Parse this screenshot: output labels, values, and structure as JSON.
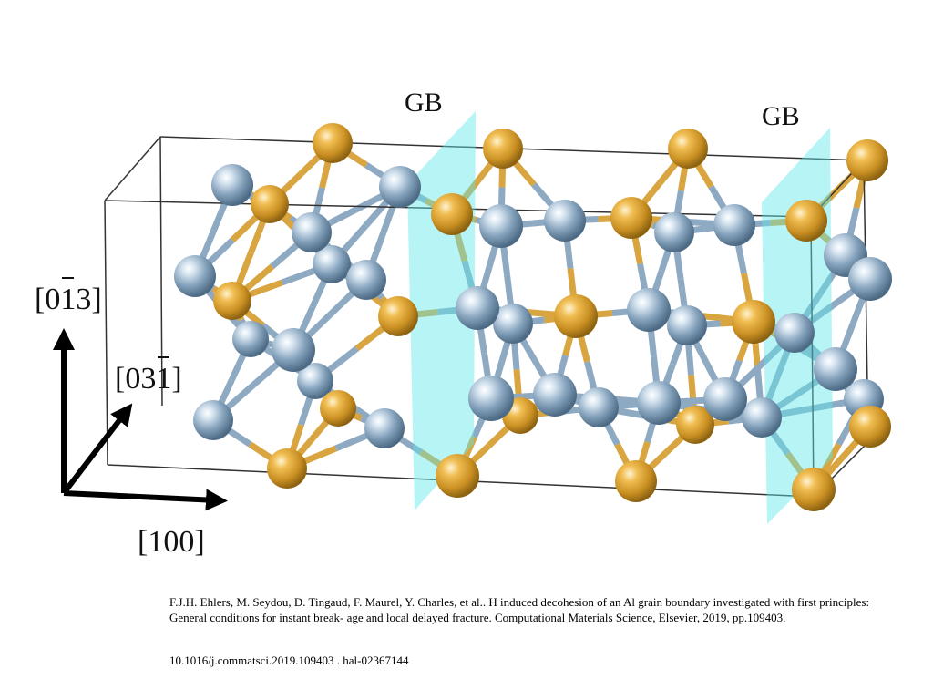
{
  "figure": {
    "gb_labels": [
      "GB",
      "GB"
    ],
    "axes": {
      "z": {
        "open": "[0",
        "bar_digit": "1",
        "close": "3]"
      },
      "diag": {
        "open": "[03",
        "bar_digit": "1",
        "close": "]"
      },
      "x": "[100]"
    },
    "colors": {
      "al_atom": "#7f9db8",
      "impurity_atom": "#d9a035",
      "gb_plane": "#5fe6ea",
      "cell_edge": "#333333"
    }
  },
  "citation": "F.J.H. Ehlers, M. Seydou, D. Tingaud, F. Maurel, Y. Charles, et al.. H induced decohesion of an Al grain boundary investigated with first principles: General conditions for instant break- age and local delayed fracture. Computational Materials Science, Elsevier, 2019, pp.109403.",
  "doi_line": "10.1016/j.commatsci.2019.109403 . hal-02367144"
}
